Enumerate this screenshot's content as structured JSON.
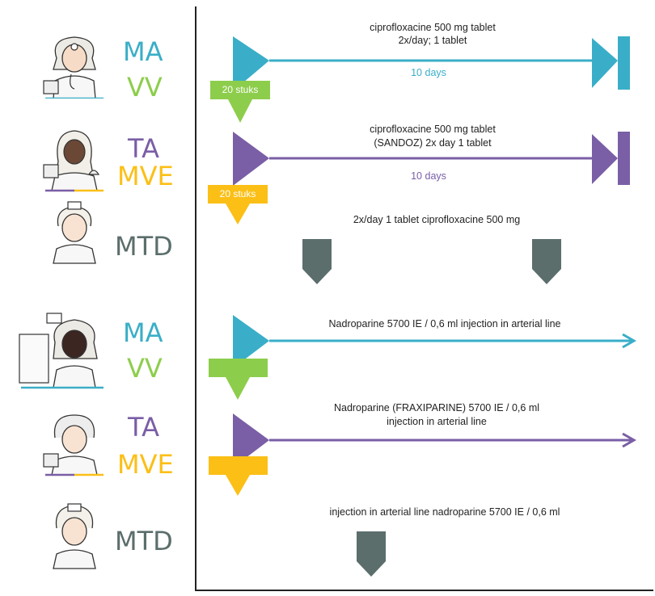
{
  "colors": {
    "MA": "#3aaec8",
    "VV": "#8dcd4c",
    "TA": "#7a5ea6",
    "MVE": "#fbbf16",
    "MTD": "#5b6e6c"
  },
  "icons": [
    "doctor-avatar-icon",
    "hijab-assistant-avatar-icon",
    "nurse-avatar-icon",
    "dark-doctor-avatar-icon",
    "older-assistant-avatar-icon",
    "young-nurse-avatar-icon"
  ],
  "section1": {
    "roles": {
      "ma": "MA",
      "vv": "VV",
      "ta": "TA",
      "mve": "MVE",
      "mtd": "MTD"
    },
    "ma_order": {
      "line1": "ciprofloxacine 500 mg tablet",
      "line2": "2x/day; 1 tablet",
      "duration": "10 days"
    },
    "vv_dispense": "20 stuks",
    "ta_order": {
      "line1": "ciprofloxacine 500 mg tablet",
      "line2": "(SANDOZ) 2x day 1 tablet",
      "duration": "10 days"
    },
    "mve_dispense": "20 stuks",
    "mtd_order": "2x/day 1 tablet ciprofloxacine 500 mg"
  },
  "section2": {
    "roles": {
      "ma": "MA",
      "vv": "VV",
      "ta": "TA",
      "mve": "MVE",
      "mtd": "MTD"
    },
    "ma_order": "Nadroparine 5700 IE / 0,6 ml injection in arterial line",
    "ta_order": {
      "line1": "Nadroparine (FRAXIPARINE) 5700 IE / 0,6 ml",
      "line2": "injection in arterial line"
    },
    "mtd_order": "injection in arterial line  nadroparine 5700 IE / 0,6 ml"
  }
}
